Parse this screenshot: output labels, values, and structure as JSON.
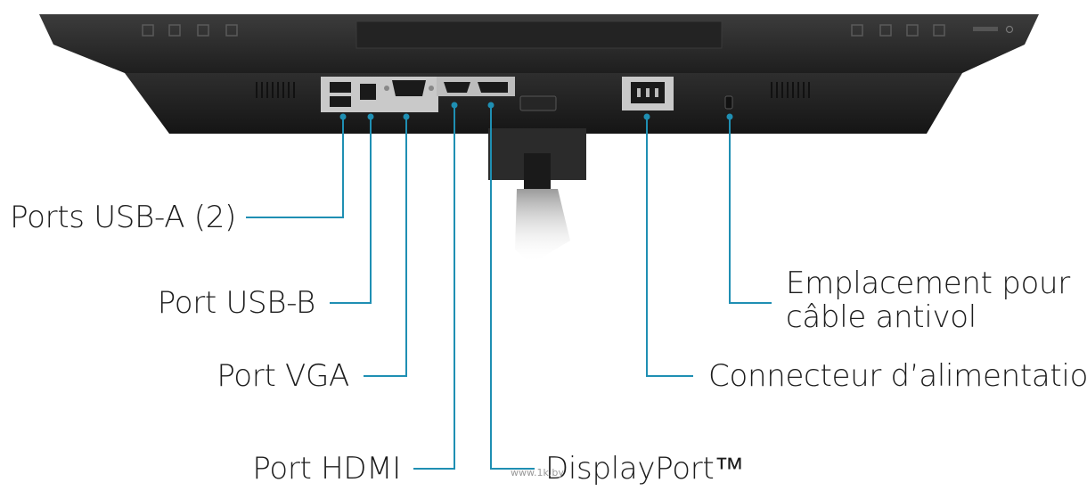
{
  "colors": {
    "leader": "#1f8fb3",
    "bezel": "#2a2a2a",
    "panel": "#3a3a3a",
    "port_plate": "#cfcfcf"
  },
  "labels": {
    "usb_a": "Ports USB-A (2)",
    "usb_b": "Port USB-B",
    "vga": "Port VGA",
    "hdmi": "Port HDMI",
    "displayport": "DisplayPort™",
    "lock_line1": "Emplacement pour",
    "lock_line2": "câble antivol",
    "power": "Connecteur d’alimentation"
  },
  "watermark": "www.1k.by"
}
